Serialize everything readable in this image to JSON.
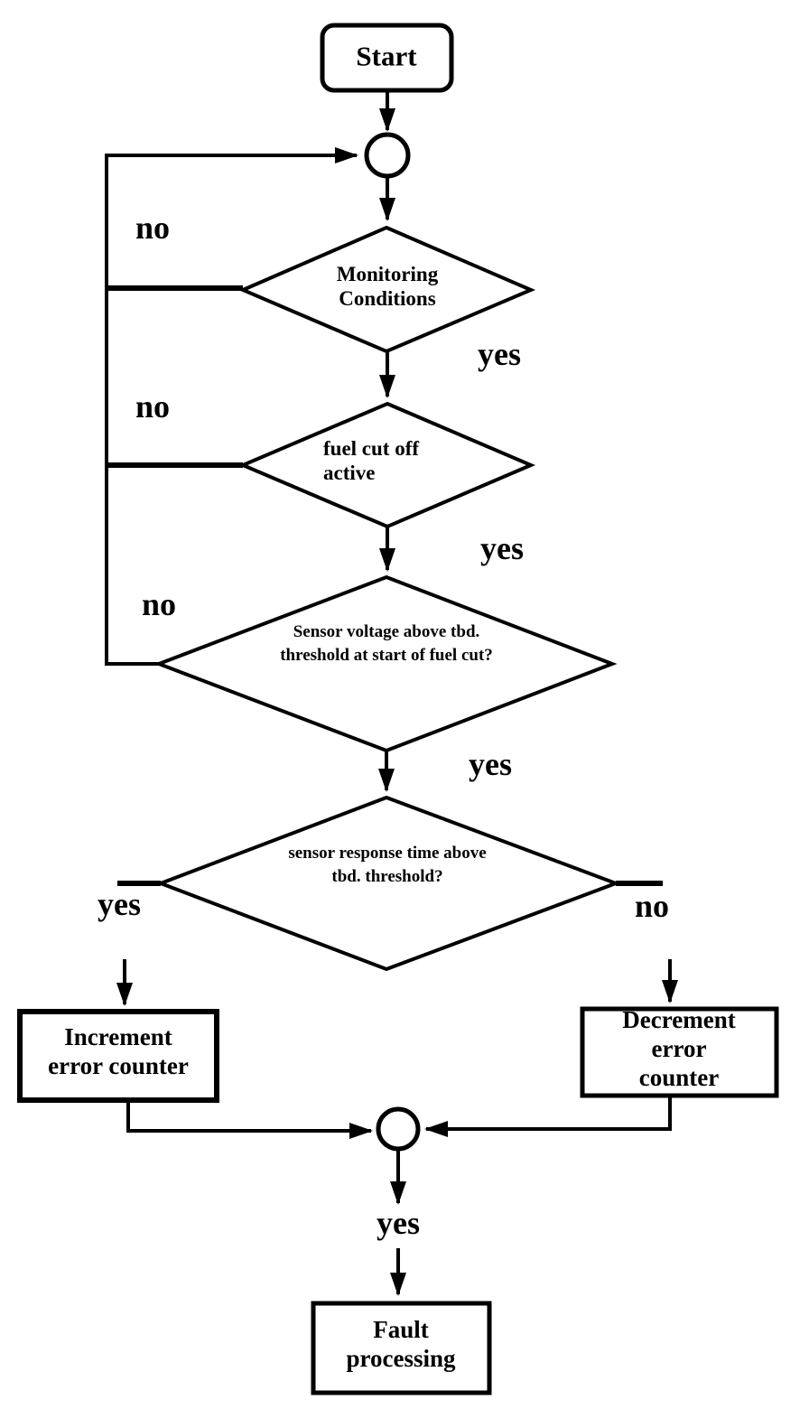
{
  "flowchart": {
    "start": {
      "label": "Start"
    },
    "decisions": [
      {
        "label": "Monitoring\nConditions"
      },
      {
        "label": "fuel cut off\nactive"
      },
      {
        "label": "Sensor voltage above tbd.\nthreshold at start of fuel cut?"
      },
      {
        "label": "sensor response time above\ntbd. threshold?"
      }
    ],
    "processes": {
      "increment": {
        "label": "Increment\nerror counter"
      },
      "decrement": {
        "label": "Decrement error\ncounter"
      },
      "fault": {
        "label": "Fault\nprocessing"
      }
    },
    "edge_labels": {
      "d1_no": "no",
      "d1_yes": "yes",
      "d2_no": "no",
      "d2_yes": "yes",
      "d3_no": "no",
      "d3_yes": "yes",
      "d4_yes": "yes",
      "d4_no": "no",
      "merge_yes": "yes"
    },
    "colors": {
      "stroke": "#000000",
      "background": "#ffffff"
    }
  }
}
